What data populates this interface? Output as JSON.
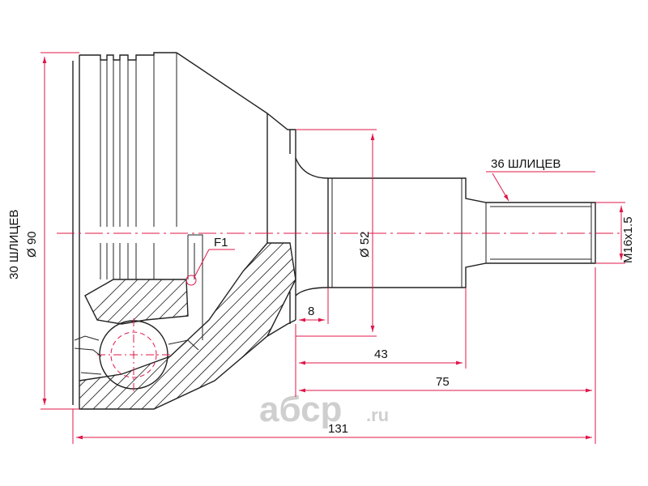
{
  "colors": {
    "dimension": "#e0174a",
    "outline": "#222222",
    "watermark": "#cfcfcf"
  },
  "labels": {
    "splines_outer": "36 ШЛИЦЕВ",
    "splines_inner_line1": "30 ШЛИЦЕВ",
    "splines_inner_line2": "Ø 90",
    "flange_diameter": "Ø 52",
    "thread": "M16x1.5",
    "f1": "F1",
    "dim_8": "8",
    "dim_43": "43",
    "dim_75": "75",
    "dim_131": "131"
  },
  "watermark": {
    "brand": "абср",
    "domain": ".ru"
  }
}
